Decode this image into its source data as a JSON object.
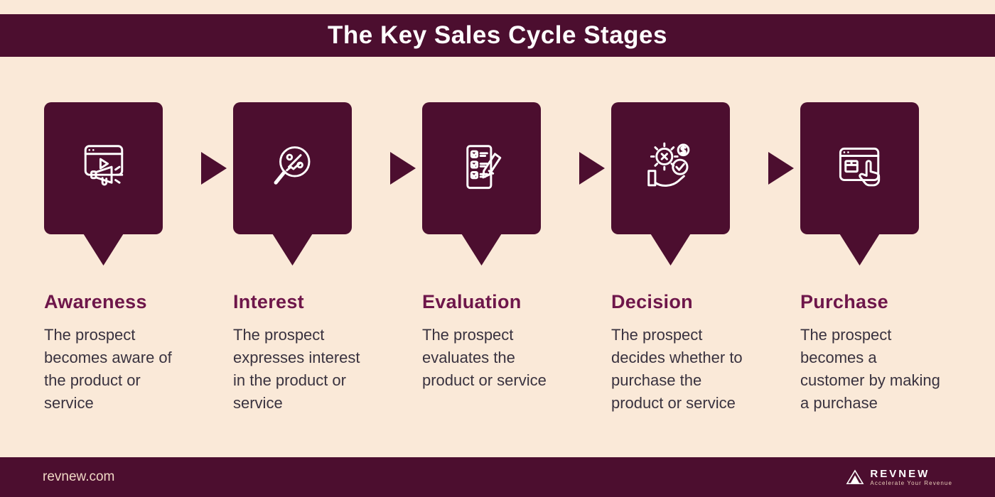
{
  "colors": {
    "background": "#FAE9D8",
    "maroon": "#4C0E2F",
    "stage_title": "#6E164A",
    "body_text": "#39323F",
    "footer_text": "#EFD7C4",
    "icon_stroke": "#FFFFFF"
  },
  "header": {
    "title": "The Key Sales Cycle Stages"
  },
  "stages": [
    {
      "name": "Awareness",
      "description": "The prospect becomes aware of the product or service",
      "icon": "screen-megaphone-icon"
    },
    {
      "name": "Interest",
      "description": "The prospect expresses interest in the product or service",
      "icon": "magnifier-percent-icon"
    },
    {
      "name": "Evaluation",
      "description": "The prospect evaluates the product or service",
      "icon": "checklist-pencil-icon"
    },
    {
      "name": "Decision",
      "description": "The prospect decides whether to purchase the product or service",
      "icon": "decision-gears-hand-icon"
    },
    {
      "name": "Purchase",
      "description": "The prospect becomes a customer by making a purchase",
      "icon": "purchase-click-icon"
    }
  ],
  "footer": {
    "website": "revnew.com",
    "logo_text": "REVNEW",
    "logo_tagline": "Accelerate Your Revenue"
  }
}
